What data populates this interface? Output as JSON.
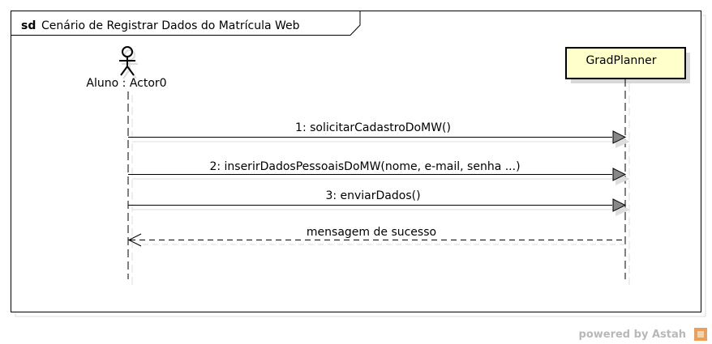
{
  "frame": {
    "keyword": "sd",
    "title": "Cenário de Registrar Dados do Matrícula Web"
  },
  "participants": [
    {
      "label": "Aluno : Actor0",
      "kind": "actor"
    },
    {
      "label": "GradPlanner",
      "kind": "object"
    }
  ],
  "messages": [
    {
      "label": "1: solicitarCadastroDoMW()",
      "kind": "sync"
    },
    {
      "label": "2: inserirDadosPessoaisDoMW(nome, e-mail, senha ...)",
      "kind": "sync"
    },
    {
      "label": "3: enviarDados()",
      "kind": "sync"
    },
    {
      "label": "mensagem de sucesso",
      "kind": "reply"
    }
  ],
  "watermark": "powered by Astah",
  "colors": {
    "object_fill": "#ffffcc",
    "shadow": "#d8d8d8",
    "arrow_fill": "#888888",
    "watermark_icon": "#e8a060"
  }
}
